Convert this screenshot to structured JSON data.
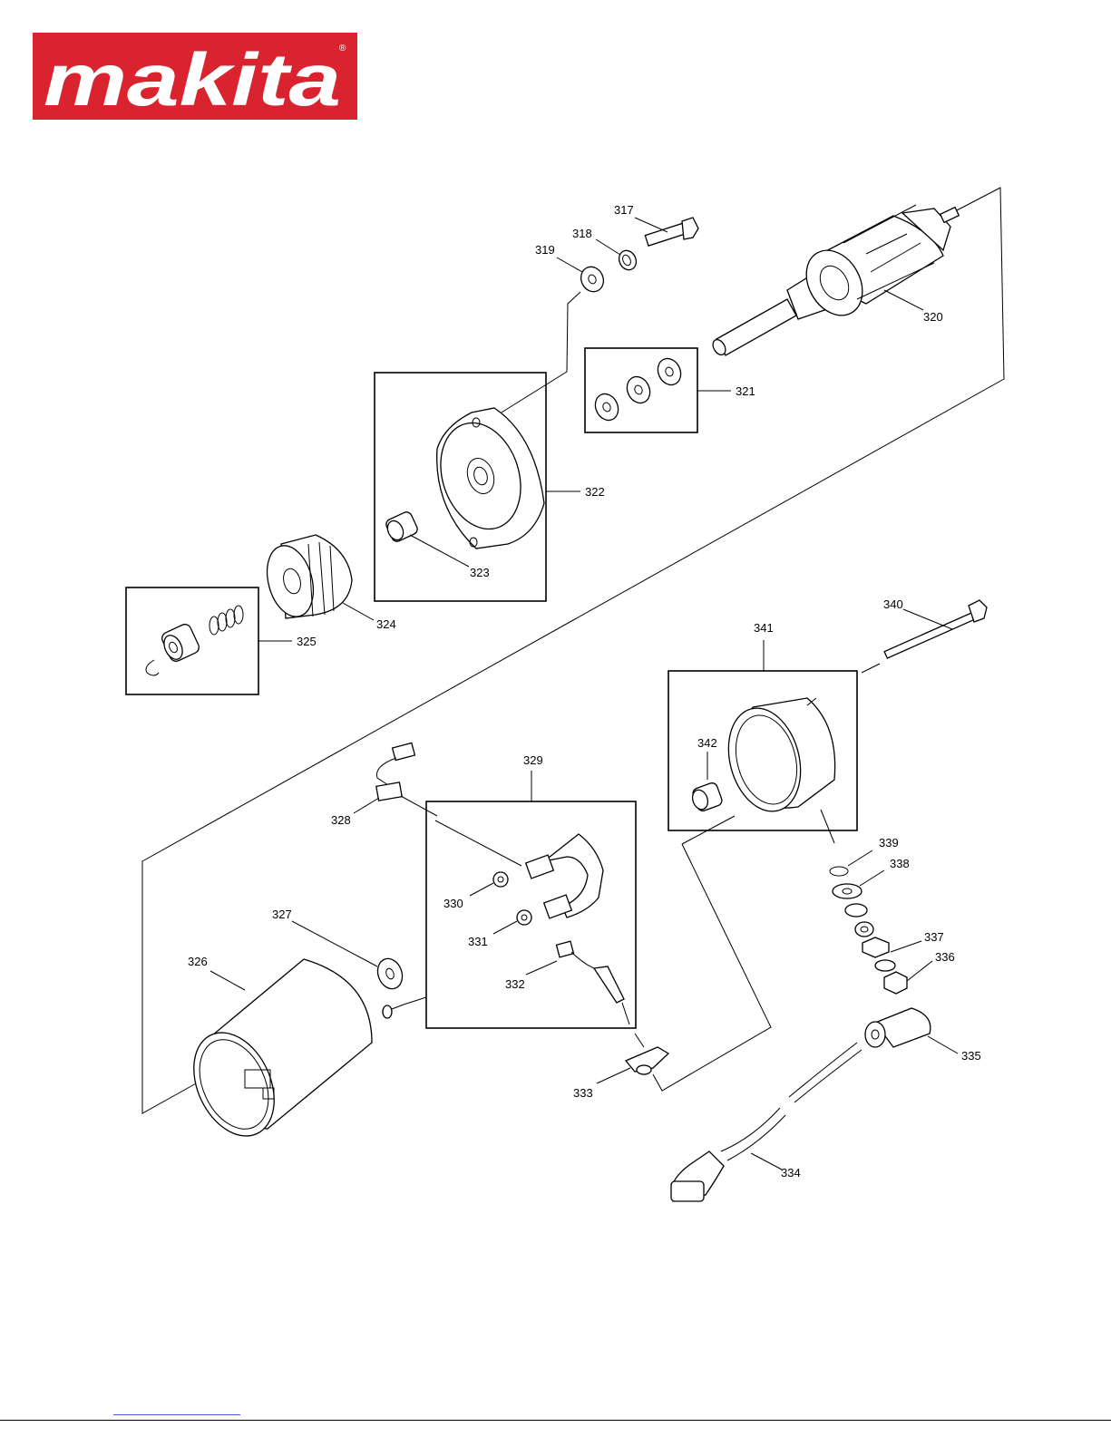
{
  "brand": {
    "name": "makita",
    "registered": "®",
    "color": "#d9232e"
  },
  "callouts": {
    "p317": "317",
    "p318": "318",
    "p319": "319",
    "p320": "320",
    "p321": "321",
    "p322": "322",
    "p323": "323",
    "p324": "324",
    "p325": "325",
    "p326": "326",
    "p327": "327",
    "p328": "328",
    "p329": "329",
    "p330": "330",
    "p331": "331",
    "p332": "332",
    "p333": "333",
    "p334": "334",
    "p335": "335",
    "p336": "336",
    "p337": "337",
    "p338": "338",
    "p339": "339",
    "p340": "340",
    "p341": "341",
    "p342": "342"
  }
}
